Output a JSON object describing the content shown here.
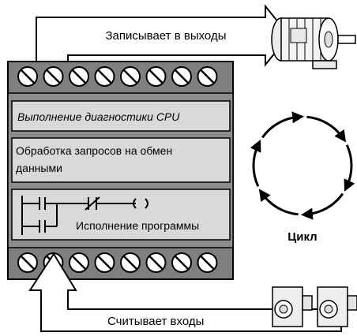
{
  "outputs_arrow": {
    "label": "Записывает в выходы"
  },
  "inputs_arrow": {
    "label": "Считывает входы"
  },
  "plc": {
    "sections": [
      {
        "label": "Выполнение диагностики CPU",
        "italic": true
      },
      {
        "label_lines": [
          "Обработка запросов на обмен",
          "данными"
        ]
      },
      {
        "label": "Исполнение программы"
      }
    ]
  },
  "cycle": {
    "label": "Цикл"
  },
  "colors": {
    "plc_body": "#7f7f7f",
    "panel": "#d9d9d9",
    "terminal": "#ffffff"
  }
}
